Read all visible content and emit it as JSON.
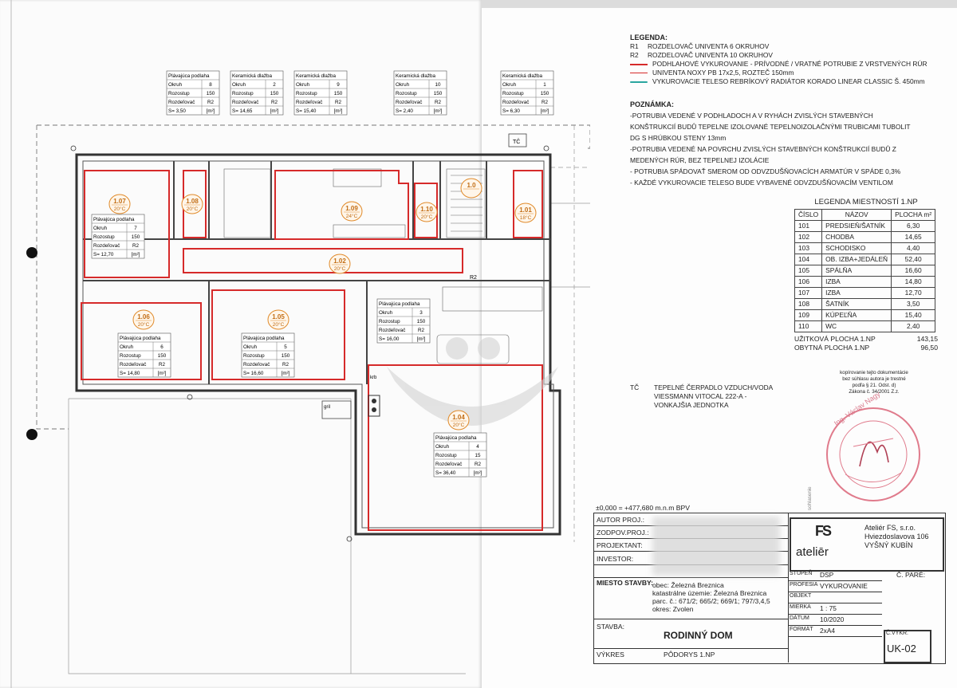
{
  "boxes": [
    {
      "material": "Plávajúca podlaha",
      "okruh": "8",
      "rozostup": "150",
      "rozdelovac": "R2",
      "plocha": "S= 3,50"
    },
    {
      "material": "Keramická dlažba",
      "okruh": "2",
      "rozostup": "150",
      "rozdelovac": "R2",
      "plocha": "S= 14,65"
    },
    {
      "material": "Keramická dlažba",
      "okruh": "9",
      "rozostup": "150",
      "rozdelovac": "R2",
      "plocha": "S= 15,40"
    },
    {
      "material": "Keramická dlažba",
      "okruh": "10",
      "rozostup": "150",
      "rozdelovac": "R2",
      "plocha": "S= 2,40"
    },
    {
      "material": "Keramická dlažba",
      "okruh": "1",
      "rozostup": "150",
      "rozdelovac": "R2",
      "plocha": "S= 6,30"
    },
    {
      "material": "Plávajúca podlaha",
      "okruh": "7",
      "rozostup": "150",
      "rozdelovac": "R2",
      "plocha": "S= 12,70"
    },
    {
      "material": "Plávajúca podlaha",
      "okruh": "3",
      "rozostup": "150",
      "rozdelovac": "R2",
      "plocha": "S= 16,00"
    },
    {
      "material": "Plávajúca podlaha",
      "okruh": "6",
      "rozostup": "150",
      "rozdelovac": "R2",
      "plocha": "S= 14,80"
    },
    {
      "material": "Plávajúca podlaha",
      "okruh": "5",
      "rozostup": "150",
      "rozdelovac": "R2",
      "plocha": "S= 16,60"
    },
    {
      "material": "Plávajúca podlaha",
      "okruh": "4",
      "rozostup": "15",
      "rozdelovac": "R2",
      "plocha": "S= 36,40"
    }
  ],
  "box_labels": {
    "okruh": "Okruh",
    "rozostup": "Rozostup",
    "rozdelovac": "Rozdeľovač",
    "unit": "[m²]"
  },
  "rooms": [
    {
      "id": "1.07",
      "temp": "20°C"
    },
    {
      "id": "1.08",
      "temp": "20°C"
    },
    {
      "id": "1.09",
      "temp": "24°C"
    },
    {
      "id": "1.10",
      "temp": "20°C"
    },
    {
      "id": "1.0",
      "temp": ""
    },
    {
      "id": "1.01",
      "temp": "18°C"
    },
    {
      "id": "1.02",
      "temp": "20°C"
    },
    {
      "id": "1.06",
      "temp": "20°C"
    },
    {
      "id": "1.05",
      "temp": "20°C"
    },
    {
      "id": "1.04",
      "temp": "20°C"
    }
  ],
  "plan_marks": {
    "tc": "TČ",
    "r2": "R2",
    "krb": "krb",
    "grill": "gril"
  },
  "legend": {
    "title": "LEGENDA:",
    "items": [
      {
        "code": "R1",
        "text": "ROZDELOVAČ UNIVENTA 6 OKRUHOV"
      },
      {
        "code": "R2",
        "text": "ROZDELOVAČ UNIVENTA 10 OKRUHOV"
      },
      {
        "code": "",
        "text": "PODHLAHOVÉ VYKUROVANIE - PRÍVODNÉ / VRATNÉ POTRUBIE Z VRSTVENÝCH RÚR"
      },
      {
        "code": "",
        "text": "UNIVENTA NOXY PB 17x2,5, ROZTEČ 150mm"
      },
      {
        "code": "",
        "text": "VYKUROVACIE TELESO REBRÍKOVÝ RADIÁTOR KORADO LINEAR CLASSIC Š. 450mm"
      }
    ]
  },
  "note": {
    "title": "POZNÁMKA:",
    "lines": [
      "-POTRUBIA VEDENÉ V PODHLADOCH A V RYHÁCH ZVISLÝCH  STAVEBNÝCH",
      "KONŠTRUKCIÍ BUDŮ TEPELNE IZOLOVANÉ  TEPELNOIZOLAČNÝMI TRUBICAMI TUBOLIT",
      "DG S HRÚBKOU  STENY 13mm",
      "-POTRUBIA VEDENÉ NA POVRCHU ZVISLÝCH STAVEBNÝCH KONŠTRUKCIÍ BUDŮ Z",
      "MEDENÝCH RÚR, BEZ TEPELNEJ IZOLÁCIE",
      "- POTRUBIA SPÁDOVAŤ SMEROM OD ODVZDUŠŇOVACÍCH ARMATÚR V SPÁDE 0,3%",
      "- KAŽDÉ VYKUROVACIE TELESO BUDE VYBAVENÉ ODVZDUŠŇOVACÍM VENTILOM"
    ]
  },
  "room_legend": {
    "title": "LEGENDA MIESTNOSTÍ 1.NP",
    "headers": [
      "ČÍSLO",
      "NÁZOV",
      "PLOCHA m²"
    ],
    "rows": [
      [
        "101",
        "PREDSIEŇ/ŠATNÍK",
        "6,30"
      ],
      [
        "102",
        "CHODBA",
        "14,65"
      ],
      [
        "103",
        "SCHODISKO",
        "4,40"
      ],
      [
        "104",
        "OB. IZBA+JEDÁLEŇ",
        "52,40"
      ],
      [
        "105",
        "SPÁLŇA",
        "16,60"
      ],
      [
        "106",
        "IZBA",
        "14,80"
      ],
      [
        "107",
        "IZBA",
        "12,70"
      ],
      [
        "108",
        "ŠATNÍK",
        "3,50"
      ],
      [
        "109",
        "KÚPEĽŇA",
        "15,40"
      ],
      [
        "110",
        "WC",
        "2,40"
      ]
    ],
    "uzitkova_label": "UŽITKOVÁ PLOCHA 1.NP",
    "uzitkova": "143,15",
    "obytna_label": "OBYTNÁ PLOCHA 1.NP",
    "obytna": "96,50"
  },
  "tc_note": {
    "code": "TČ",
    "lines": [
      "TEPELNÉ ČERPADLO VZDUCH/VODA",
      "VIESSMANN VITOCAL 222-A -",
      "VONKAJŠIA JEDNOTKA"
    ]
  },
  "stamp": {
    "lines": [
      "kopírovanie tejto dokumentácie",
      "bez súhlasu autora je trestné",
      "podľa § 21. Odst. d)",
      "Zákona č. 34/2001 Z.z."
    ],
    "ring": "Ing. Václav Nagy",
    "side": "sohlasenie"
  },
  "level": "±0,000 = +477,680 m.n.m BPV",
  "title_block": {
    "autor": "AUTOR PROJ.:",
    "zodpov": "ZODPOV.PROJ.:",
    "projektant": "PROJEKTANT:",
    "investor": "INVESTOR:",
    "miesto_label": "MIESTO STAVBY:",
    "miesto": [
      "obec: Železná Breznica",
      "katastrálne územie: Železná Breznica",
      "parc. č.: 671/2; 665/2; 669/1; 797/3,4,5",
      "okres: Zvolen"
    ],
    "stavba_label": "STAVBA:",
    "stavba": "RODINNÝ DOM",
    "vykres_label": "VÝKRES",
    "vykres": "PÔDORYS 1.NP",
    "company_logo": "ateliēr",
    "company": [
      "Ateliér FS, s.r.o.",
      "Hviezdoslavova 106",
      "VYŠNÝ KUBÍN"
    ],
    "meta": [
      [
        "STUPEŇ",
        "DSP"
      ],
      [
        "PROFESIA",
        "VYKUROVANIE"
      ],
      [
        "OBJEKT",
        ""
      ],
      [
        "MIERKA",
        "1 : 75"
      ],
      [
        "DÁTUM",
        "10/2020"
      ],
      [
        "FORMÁT",
        "2xA4"
      ]
    ],
    "pare_label": "Č. PARÉ:",
    "cvykr_label": "Č.VYKR.",
    "cvykr": "UK-02"
  }
}
